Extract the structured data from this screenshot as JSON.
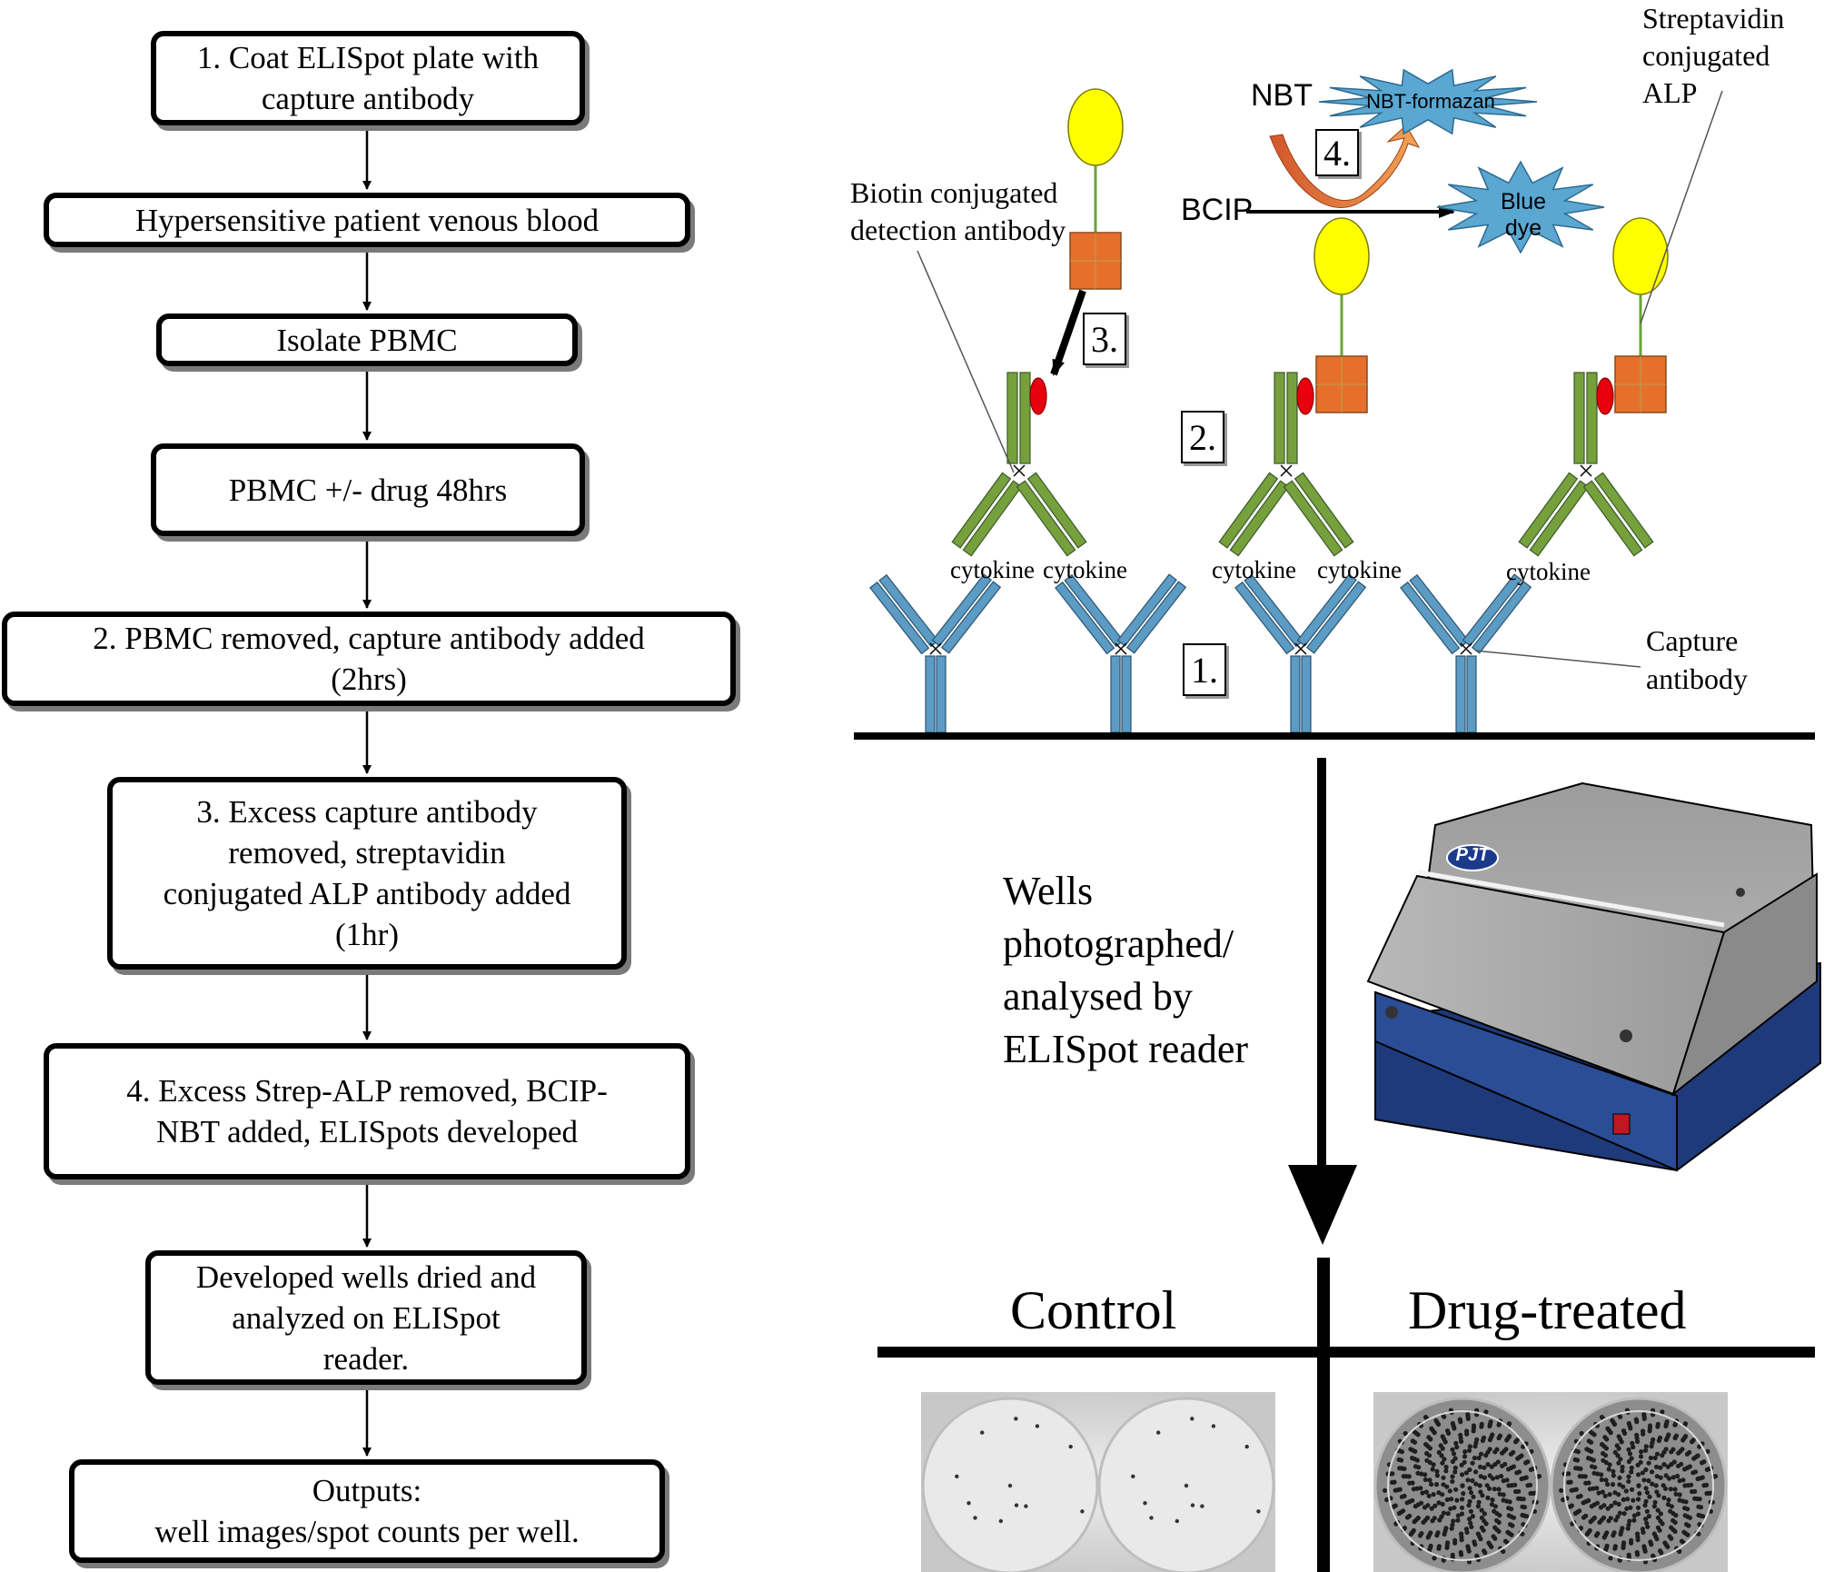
{
  "flowchart": {
    "steps": [
      "1. Coat ELISpot plate with\ncapture antibody",
      "Hypersensitive patient venous blood",
      "Isolate PBMC",
      "PBMC +/- drug 48hrs",
      "2. PBMC removed, capture antibody added\n(2hrs)",
      "3. Excess capture antibody\nremoved, streptavidin\nconjugated ALP antibody added\n(1hr)",
      "4. Excess Strep-ALP removed, BCIP-\nNBT added, ELISpots developed",
      "Developed wells dried and\nanalyzed on ELISpot\nreader.",
      "Outputs:\nwell images/spot counts per well."
    ]
  },
  "assay": {
    "nbt": "NBT",
    "nbt_formazan": "NBT-formazan",
    "bcip": "BCIP",
    "blue_dye": "Blue dye",
    "strep_label": "Streptavidin\nconjugated ALP",
    "biotin_label": "Biotin conjugated\ndetection antibody",
    "capture_label": "Capture\nantibody",
    "cytokine": "cytokine",
    "step_numbers": [
      "1.",
      "2.",
      "3.",
      "4."
    ]
  },
  "reader": {
    "caption": "Wells\nphotographed/\nanalysed by\nELISpot reader",
    "logo": "PJT"
  },
  "results": {
    "control": "Control",
    "drug_treated": "Drug-treated"
  },
  "colors": {
    "capture_antibody": "#5b9bc4",
    "detection_antibody": "#76a03c",
    "biotin": "#e66f2c",
    "streptavidin_alp": "#ffff00",
    "cytokine": "#e8000d",
    "burst": "#5aa7d1",
    "instrument_base": "#1f3a7a"
  }
}
